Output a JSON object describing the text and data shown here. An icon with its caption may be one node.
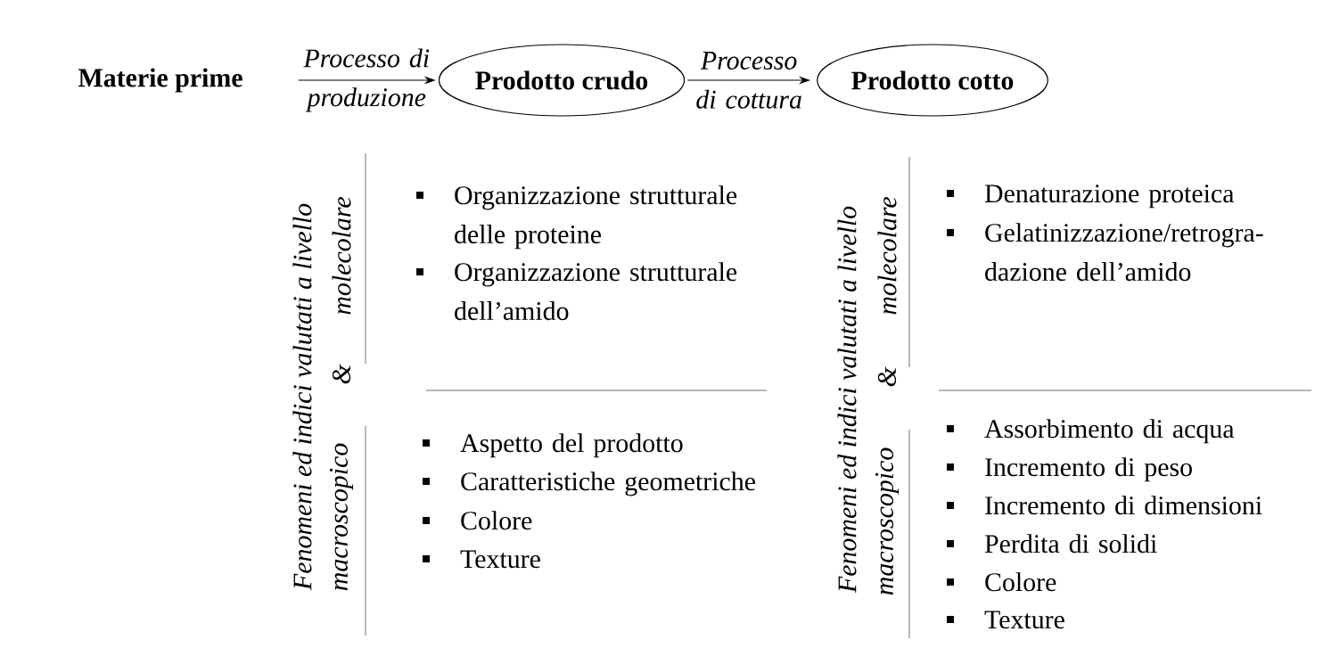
{
  "diagram": {
    "nodes": [
      {
        "text": [
          "Materie prime"
        ]
      },
      {
        "text": [
          "Prodotto crudo"
        ]
      },
      {
        "text": [
          "Prodotto cotto"
        ]
      }
    ],
    "edges": [
      {
        "from": 0,
        "to": 1,
        "arrow": "to",
        "label": "Processo di produzione"
      },
      {
        "from": 1,
        "to": 2,
        "arrow": "to",
        "label": "Processo di cottura"
      }
    ],
    "labels": [
      "Fenomeni ed indici valutati a livello",
      "molecolare",
      "&",
      "macroscopico",
      "Organizzazione strutturale delle proteine",
      "Organizzazione strutturale dell’amido",
      "Aspetto del prodotto",
      "Caratteristiche geometriche",
      "Colore",
      "Texture",
      "Fenomeni ed indici valutati a livello",
      "molecolare",
      "&",
      "macroscopico",
      "Denaturazione proteica",
      "Gelatinizzazione/retrogra-dazione dell’amido",
      "Assorbimento di acqua",
      "Incremento di peso",
      "Incremento di dimensioni",
      "Perdita di solidi",
      "Colore",
      "Texture"
    ]
  }
}
